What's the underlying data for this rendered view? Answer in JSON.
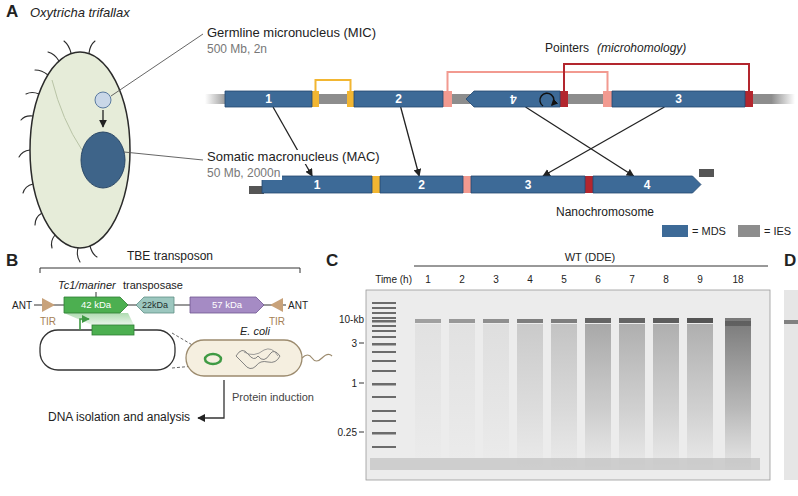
{
  "diagram": {
    "nodes": [
      {
        "text": [
          "1"
        ]
      },
      {
        "text": [
          "2"
        ]
      },
      {
        "text": [
          "4"
        ]
      },
      {
        "text": [
          "3"
        ]
      },
      {
        "text": [
          "1"
        ]
      },
      {
        "text": [
          "2"
        ]
      },
      {
        "text": [
          "3"
        ]
      },
      {
        "text": [
          "4"
        ]
      },
      {
        "text": [
          "42 kDa"
        ]
      },
      {
        "text": [
          "22kDa"
        ]
      },
      {
        "text": [
          "57 kDa"
        ]
      }
    ],
    "edges": [
      {
        "from": 0,
        "to": 4,
        "arrow": "to"
      },
      {
        "from": 1,
        "to": 5,
        "arrow": "to"
      },
      {
        "from": 2,
        "to": 7,
        "arrow": "to"
      },
      {
        "from": 3,
        "to": 6,
        "arrow": "to"
      }
    ],
    "labels": [
      "A",
      "Oxytricha trifallax",
      "Germline micronucleus (MIC)",
      "500 Mb, 2n",
      "Somatic macronucleus (MAC)",
      "50 Mb, 2000n",
      "Pointers",
      "(microhomology)",
      "Nanochromosome",
      "B",
      "TBE transposon",
      "Tc1/mariner",
      "transposase",
      "ANT",
      "TIR",
      "TIR",
      "ANT",
      "E. coli",
      "Protein induction",
      "DNA isolation and analysis",
      "C",
      "WT (DDE)",
      "Time (h)",
      "1",
      "2",
      "3",
      "4",
      "5",
      "6",
      "7",
      "8",
      "9",
      "18",
      "10-kb",
      "3",
      "1",
      "0.25",
      "D"
    ],
    "legend": [
      {
        "text": "= MDS",
        "color": "#3d6a97"
      },
      {
        "text": "= IES",
        "color": "#8d8d8d"
      }
    ]
  }
}
